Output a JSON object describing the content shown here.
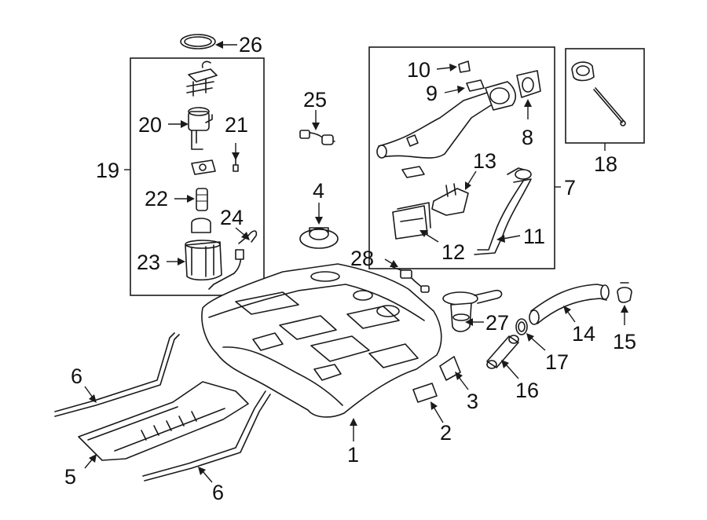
{
  "callouts": {
    "c1": "1",
    "c2": "2",
    "c3": "3",
    "c4": "4",
    "c5": "5",
    "c6a": "6",
    "c6b": "6",
    "c7": "7",
    "c8": "8",
    "c9": "9",
    "c10": "10",
    "c11": "11",
    "c12": "12",
    "c13": "13",
    "c14": "14",
    "c15": "15",
    "c16": "16",
    "c17": "17",
    "c18": "18",
    "c19": "19",
    "c20": "20",
    "c21": "21",
    "c22": "22",
    "c23": "23",
    "c24": "24",
    "c25": "25",
    "c26": "26",
    "c27": "27",
    "c28": "28"
  },
  "colors": {
    "line": "#1a1a1a",
    "background": "#ffffff"
  }
}
